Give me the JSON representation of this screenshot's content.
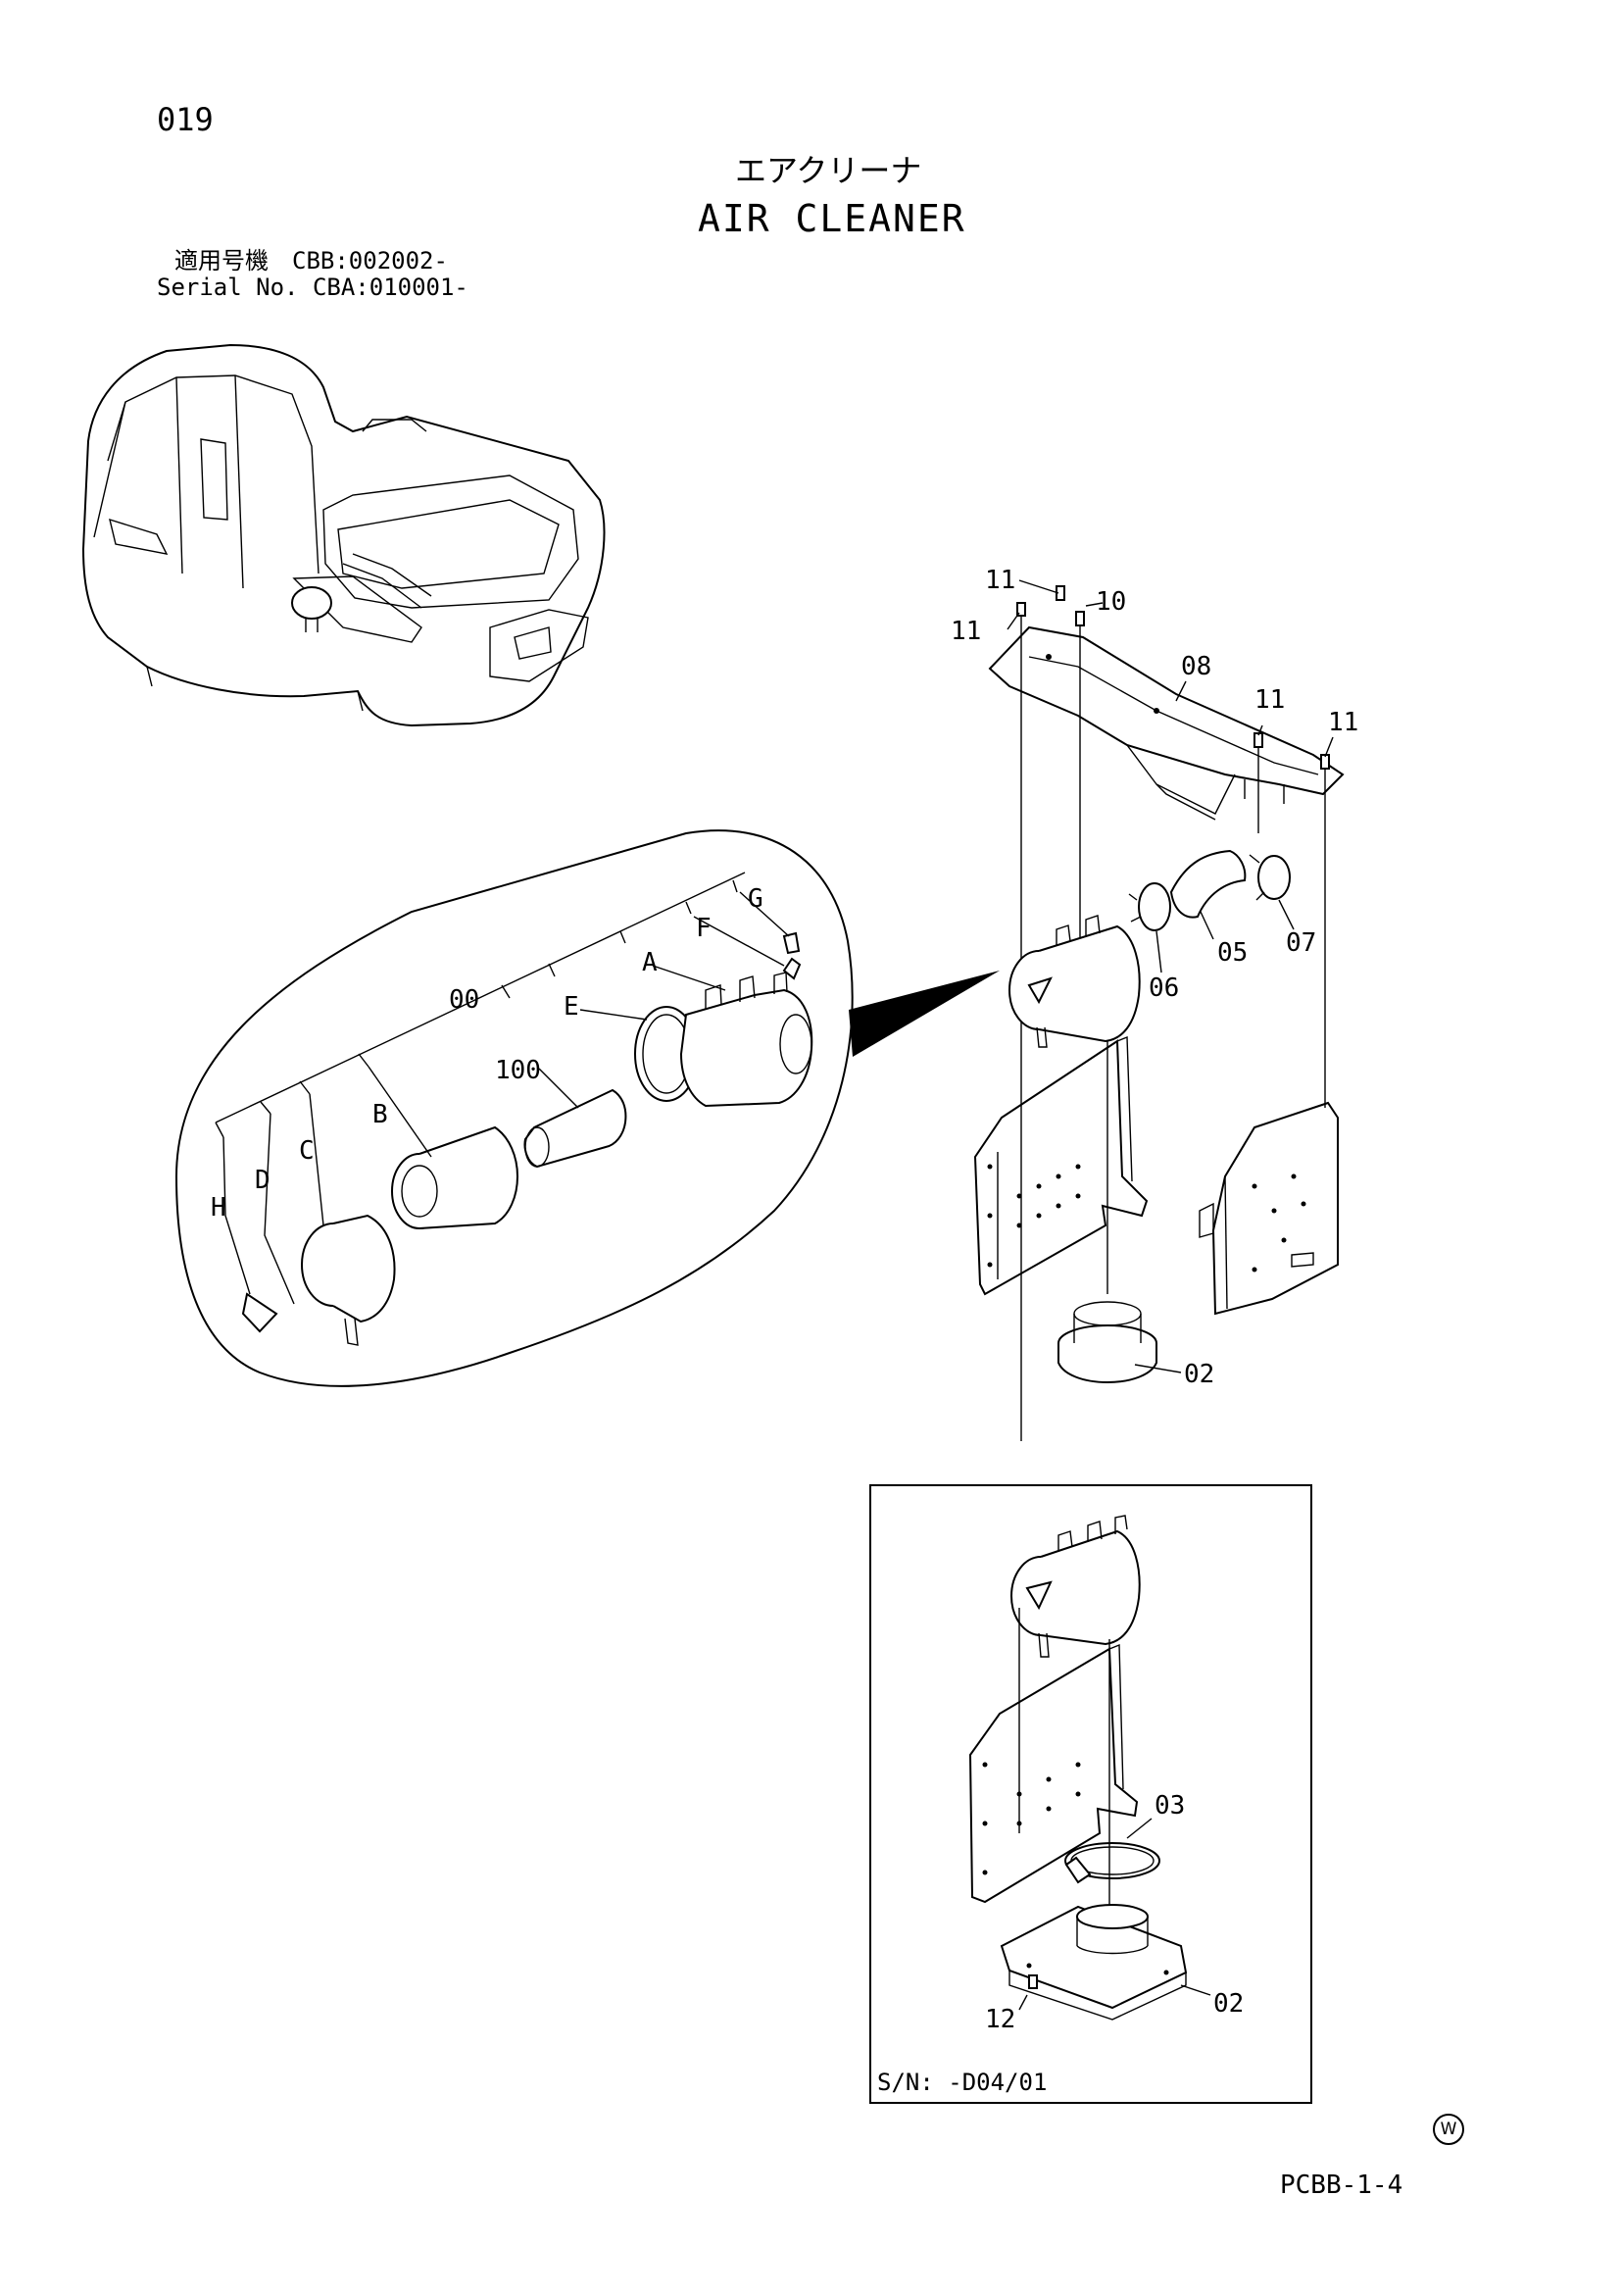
{
  "page_number": "019",
  "title_jp": "エアクリーナ",
  "title_en": "AIR CLEANER",
  "serial_jp": "適用号機　CBB:002002-",
  "serial_en": "Serial No. CBA:010001-",
  "doc_code": "PCBB-1-4",
  "watermark_symbol": "W",
  "inset_caption": "S/N: -D04/01",
  "main_labels": {
    "p11_top": "11",
    "p10": "10",
    "p11_left": "11",
    "p08": "08",
    "p11_right1": "11",
    "p11_right2": "11",
    "p05": "05",
    "p07": "07",
    "p06": "06",
    "p02": "02"
  },
  "detail_labels": {
    "G": "G",
    "F": "F",
    "A": "A",
    "p00": "00",
    "E": "E",
    "p100": "100",
    "B": "B",
    "C": "C",
    "D": "D",
    "H": "H"
  },
  "inset_labels": {
    "p03": "03",
    "p02": "02",
    "p12": "12"
  }
}
